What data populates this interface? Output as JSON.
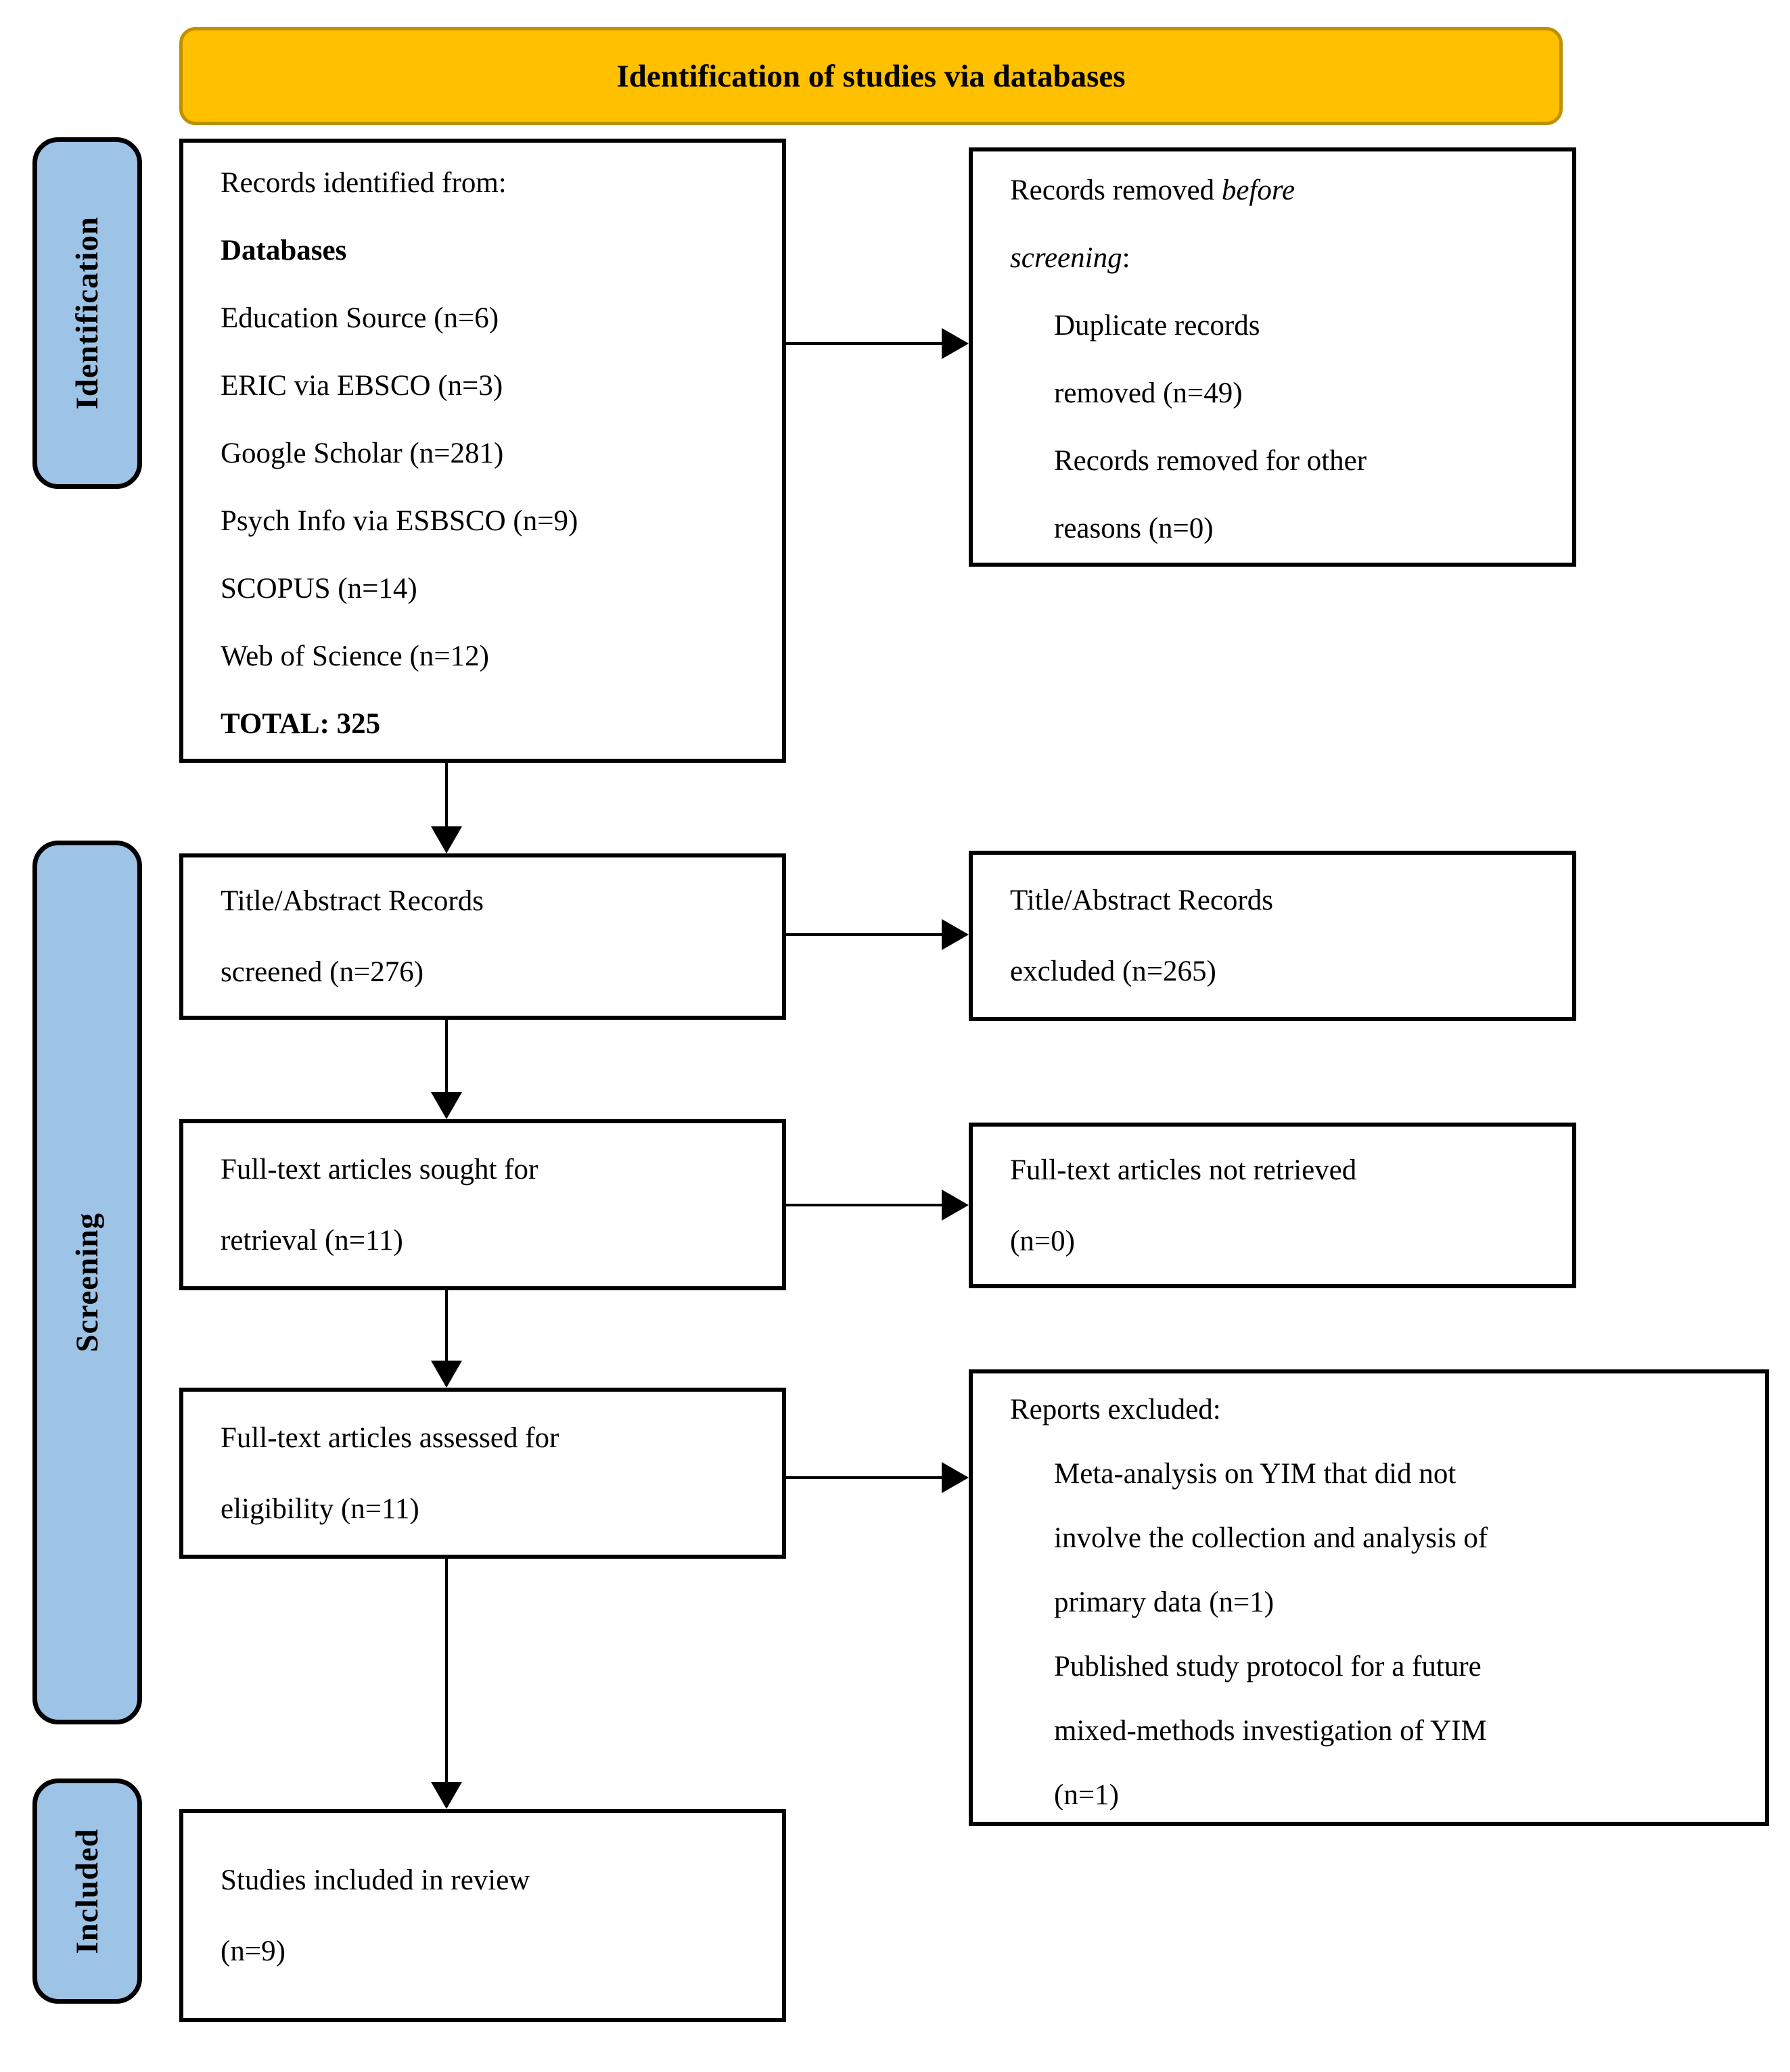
{
  "banner": {
    "title": "Identification of studies via databases"
  },
  "colors": {
    "banner_fill": "#FFC000",
    "banner_border": "#BF9000",
    "sidebar_fill": "#9DC3E6",
    "box_border": "#000000",
    "background": "#FFFFFF"
  },
  "sidebars": {
    "identification": "Identification",
    "screening": "Screening",
    "included": "Included"
  },
  "boxes": {
    "records_identified": {
      "lines": [
        {
          "seg": [
            {
              "t": "Records identified from:"
            }
          ]
        },
        {
          "seg": [
            {
              "t": "Databases",
              "b": true
            }
          ]
        },
        {
          "seg": [
            {
              "t": "Education Source (n=6)"
            }
          ]
        },
        {
          "seg": [
            {
              "t": "ERIC via EBSCO (n=3)"
            }
          ]
        },
        {
          "seg": [
            {
              "t": "Google Scholar (n=281)"
            }
          ]
        },
        {
          "seg": [
            {
              "t": "Psych Info via ESBSCO (n=9)"
            }
          ]
        },
        {
          "seg": [
            {
              "t": "SCOPUS (n=14)"
            }
          ]
        },
        {
          "seg": [
            {
              "t": "Web of Science (n=12)"
            }
          ]
        },
        {
          "seg": [
            {
              "t": "TOTAL: 325",
              "b": true
            }
          ]
        }
      ]
    },
    "records_removed": {
      "lines": [
        {
          "seg": [
            {
              "t": "Records removed "
            },
            {
              "t": "before",
              "i": true
            }
          ]
        },
        {
          "seg": [
            {
              "t": "screening",
              "i": true
            },
            {
              "t": ":"
            }
          ]
        },
        {
          "ind": 1,
          "seg": [
            {
              "t": "Duplicate records"
            }
          ]
        },
        {
          "ind": 1,
          "seg": [
            {
              "t": "removed (n=49)"
            }
          ]
        },
        {
          "ind": 1,
          "seg": [
            {
              "t": "Records removed for other"
            }
          ]
        },
        {
          "ind": 1,
          "seg": [
            {
              "t": "reasons (n=0)"
            }
          ]
        }
      ]
    },
    "title_abstract_screened": {
      "lines": [
        {
          "seg": [
            {
              "t": "Title/Abstract Records"
            }
          ]
        },
        {
          "seg": [
            {
              "t": "screened (n=276)"
            }
          ]
        }
      ]
    },
    "title_abstract_excluded": {
      "lines": [
        {
          "seg": [
            {
              "t": "Title/Abstract Records"
            }
          ]
        },
        {
          "seg": [
            {
              "t": "excluded (n=265)"
            }
          ]
        }
      ]
    },
    "fulltext_sought": {
      "lines": [
        {
          "seg": [
            {
              "t": "Full-text articles sought for"
            }
          ]
        },
        {
          "seg": [
            {
              "t": "retrieval (n=11)"
            }
          ]
        }
      ]
    },
    "fulltext_not_retrieved": {
      "lines": [
        {
          "seg": [
            {
              "t": "Full-text articles not retrieved"
            }
          ]
        },
        {
          "seg": [
            {
              "t": "(n=0)"
            }
          ]
        }
      ]
    },
    "fulltext_assessed": {
      "lines": [
        {
          "seg": [
            {
              "t": "Full-text articles assessed for"
            }
          ]
        },
        {
          "seg": [
            {
              "t": "eligibility (n=11)"
            }
          ]
        }
      ]
    },
    "reports_excluded": {
      "lines": [
        {
          "seg": [
            {
              "t": "Reports excluded:"
            }
          ]
        },
        {
          "ind": 1,
          "seg": [
            {
              "t": "Meta-analysis on YIM that did not"
            }
          ]
        },
        {
          "ind": 1,
          "seg": [
            {
              "t": "involve the collection and analysis of"
            }
          ]
        },
        {
          "ind": 1,
          "seg": [
            {
              "t": "primary data (n=1)"
            }
          ]
        },
        {
          "ind": 1,
          "seg": [
            {
              "t": "Published study protocol for a future"
            }
          ]
        },
        {
          "ind": 1,
          "seg": [
            {
              "t": "mixed-methods investigation of YIM"
            }
          ]
        },
        {
          "ind": 1,
          "seg": [
            {
              "t": "(n=1)"
            }
          ]
        }
      ]
    },
    "studies_included": {
      "lines": [
        {
          "seg": [
            {
              "t": "Studies included in review"
            }
          ]
        },
        {
          "seg": [
            {
              "t": "(n=9)"
            }
          ]
        }
      ]
    }
  }
}
